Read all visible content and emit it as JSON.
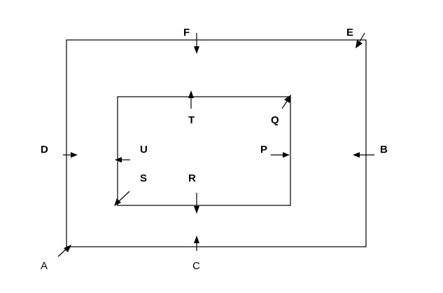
{
  "diagram": {
    "labels": {
      "A": "A",
      "B": "B",
      "C": "C",
      "D": "D",
      "E": "E",
      "F": "F",
      "P": "P",
      "Q": "Q",
      "R": "R",
      "S": "S",
      "T": "T",
      "U": "U"
    },
    "outer_rectangle": "outer",
    "inner_rectangle": "inner",
    "colors": {
      "stroke": "#000000",
      "background": "#ffffff"
    }
  }
}
